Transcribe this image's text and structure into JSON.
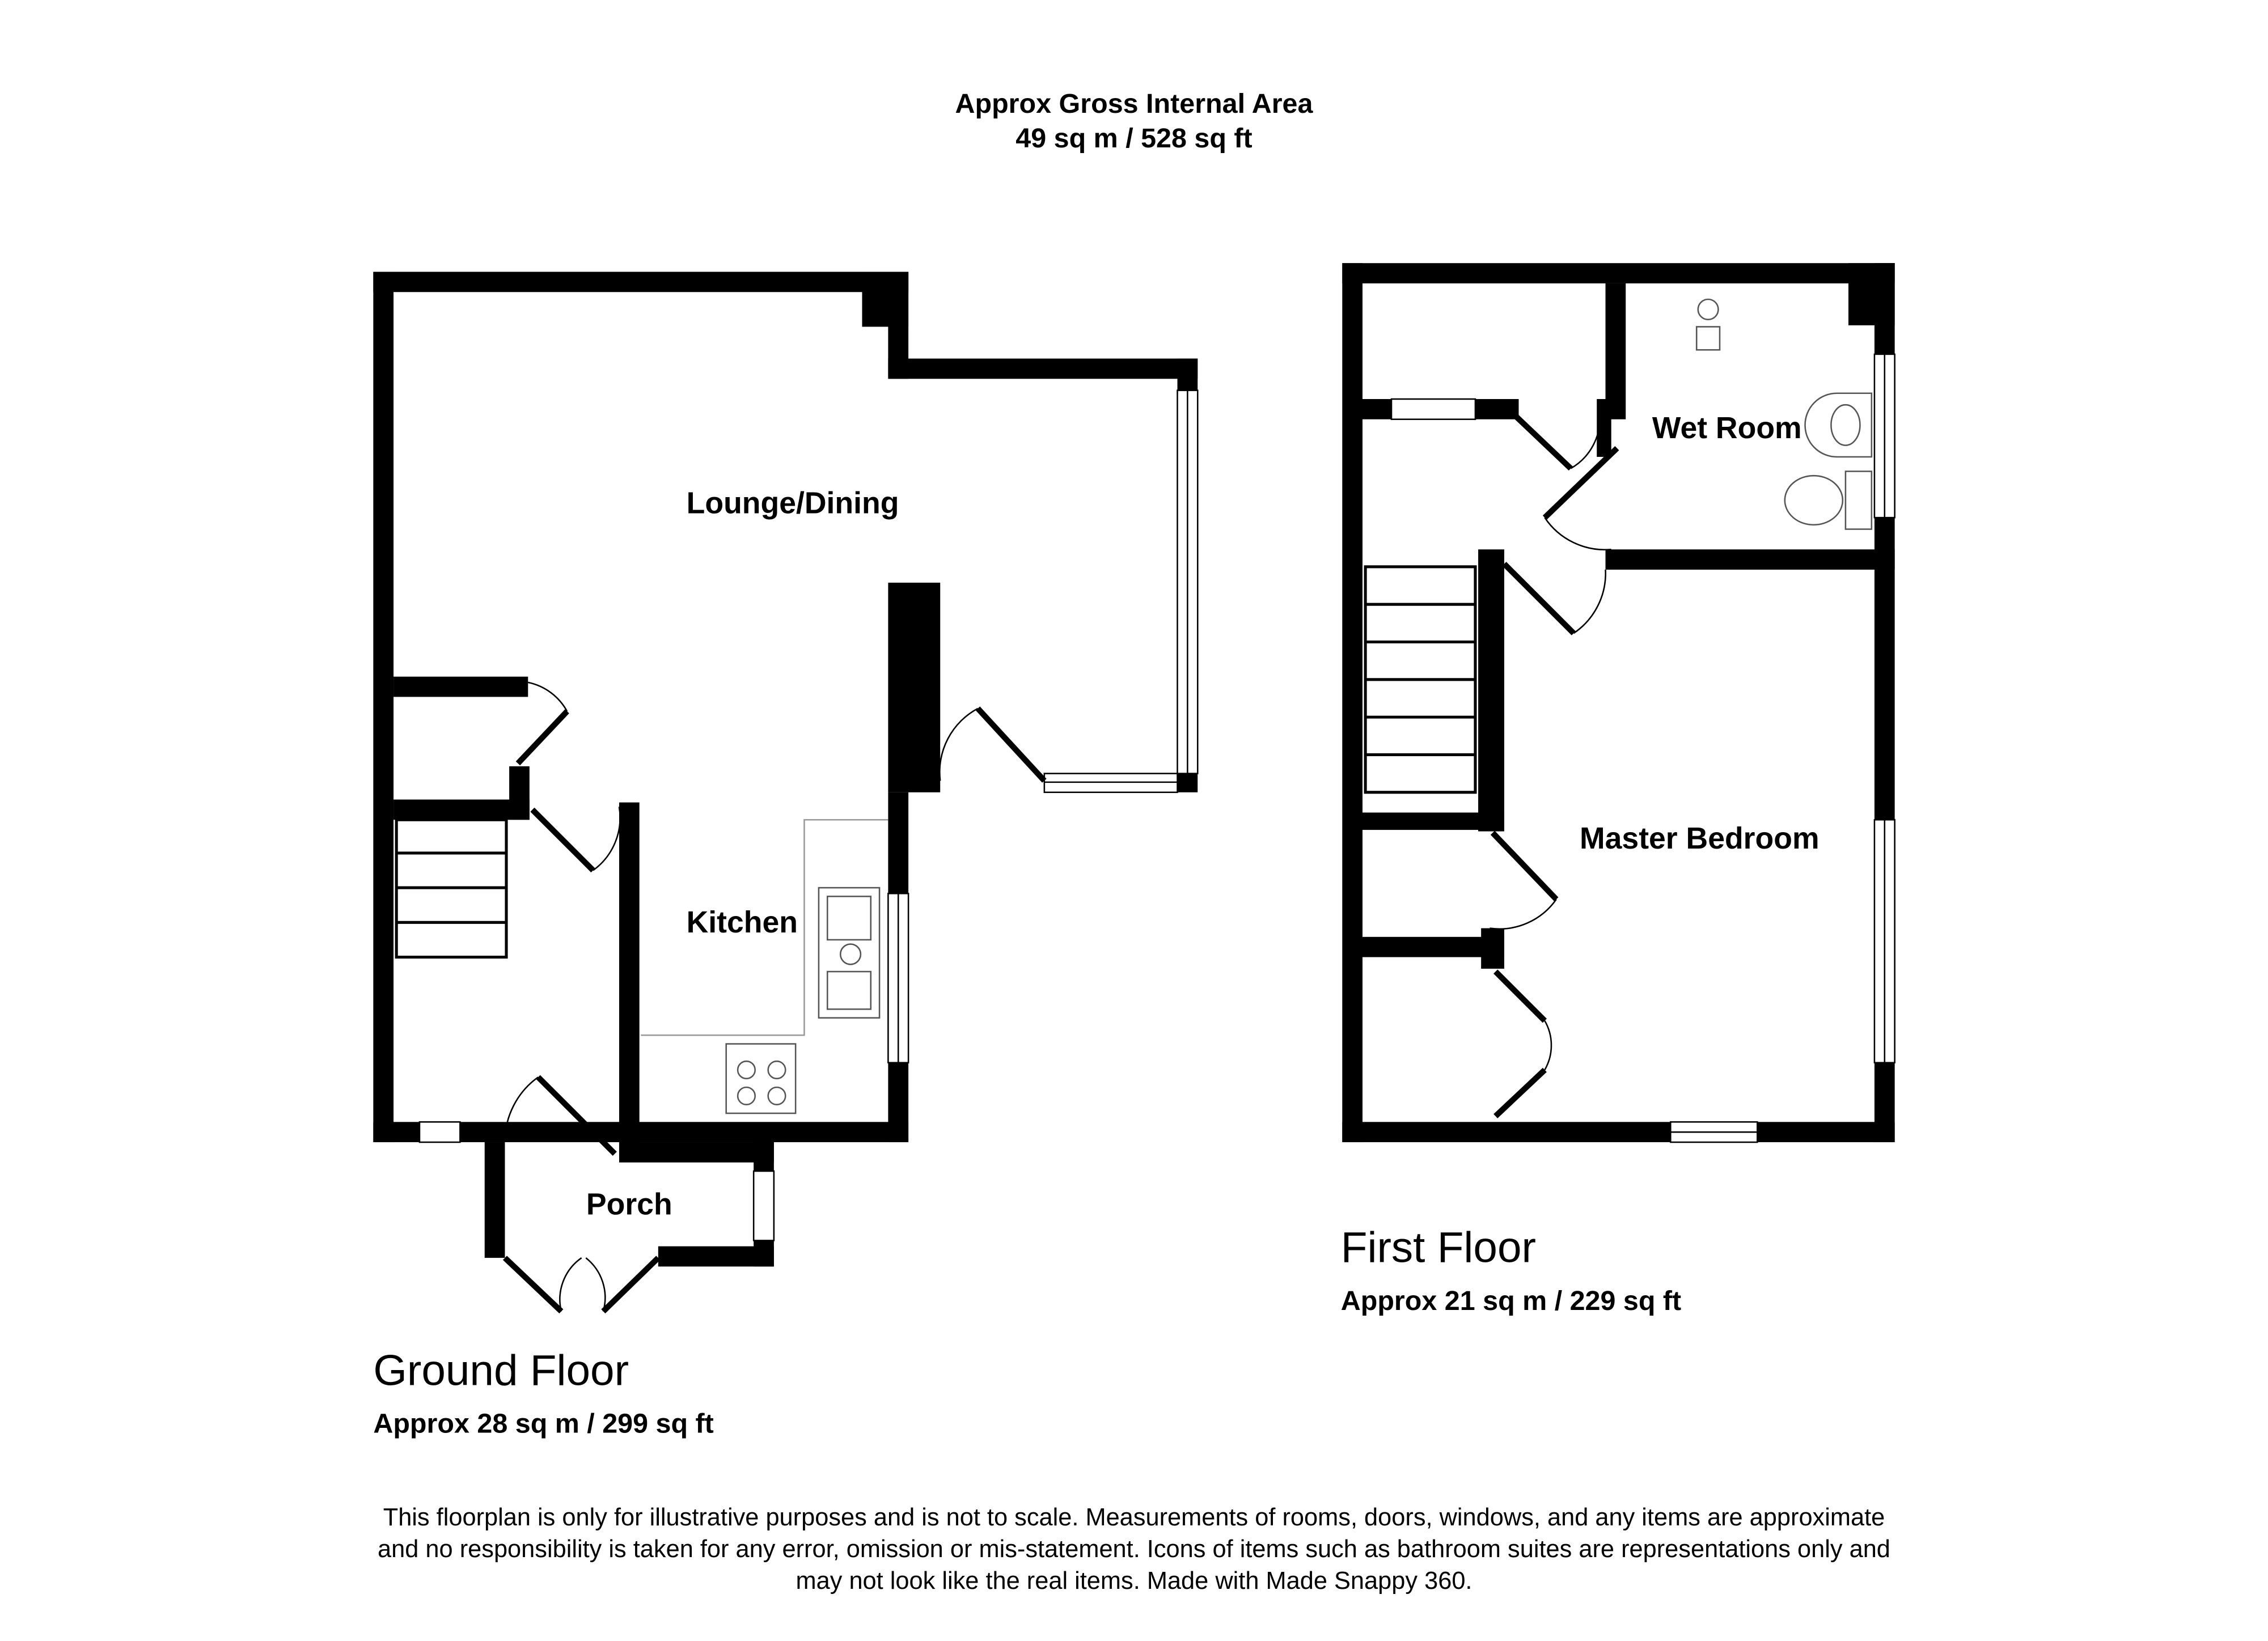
{
  "header": {
    "title": "Approx Gross Internal Area",
    "area": "49 sq m / 528 sq ft"
  },
  "ground_floor": {
    "name": "Ground Floor",
    "area": "Approx 28 sq m / 299 sq ft",
    "rooms": [
      "Lounge/Dining",
      "Kitchen",
      "Porch"
    ]
  },
  "first_floor": {
    "name": "First Floor",
    "area": "Approx 21 sq m / 229 sq ft",
    "rooms": [
      "Wet Room",
      "Master Bedroom"
    ]
  },
  "disclaimer": [
    "This floorplan is only for illustrative purposes and is not to scale. Measurements of rooms, doors, windows, and any items are approximate",
    "and no responsibility is taken for any error, omission or mis-statement. Icons of items such as bathroom suites are representations only and",
    "may not look like the real items. Made with Made Snappy 360."
  ]
}
